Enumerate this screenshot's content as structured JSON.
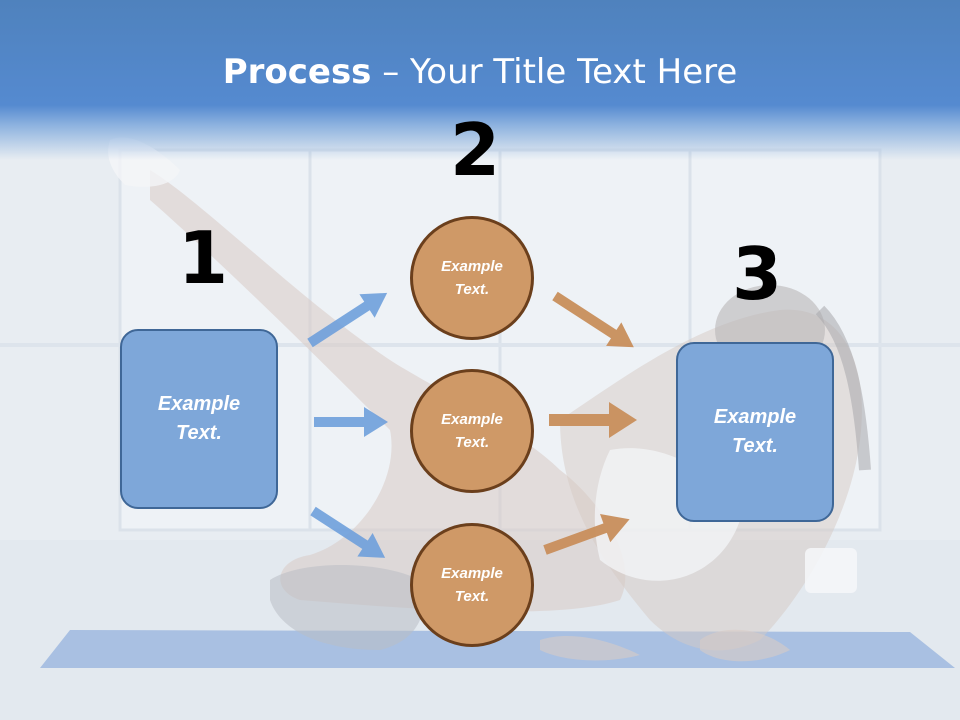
{
  "slide": {
    "title_bold": "Process",
    "title_rest": " – Your Title Text Here"
  },
  "numbers": {
    "one": "1",
    "two": "2",
    "three": "3"
  },
  "left_box": {
    "text_line1": "Example",
    "text_line2": "Text."
  },
  "right_box": {
    "text_line1": "Example",
    "text_line2": "Text."
  },
  "circles": [
    {
      "line1": "Example",
      "line2": "Text."
    },
    {
      "line1": "Example",
      "line2": "Text."
    },
    {
      "line1": "Example",
      "line2": "Text."
    }
  ],
  "colors": {
    "header": "#558ad0",
    "blue_box": "#7ea7d9",
    "blue_arrow": "#6fa0dc",
    "orange_circle": "#cf9967",
    "orange_arrow": "#c98f5c"
  }
}
